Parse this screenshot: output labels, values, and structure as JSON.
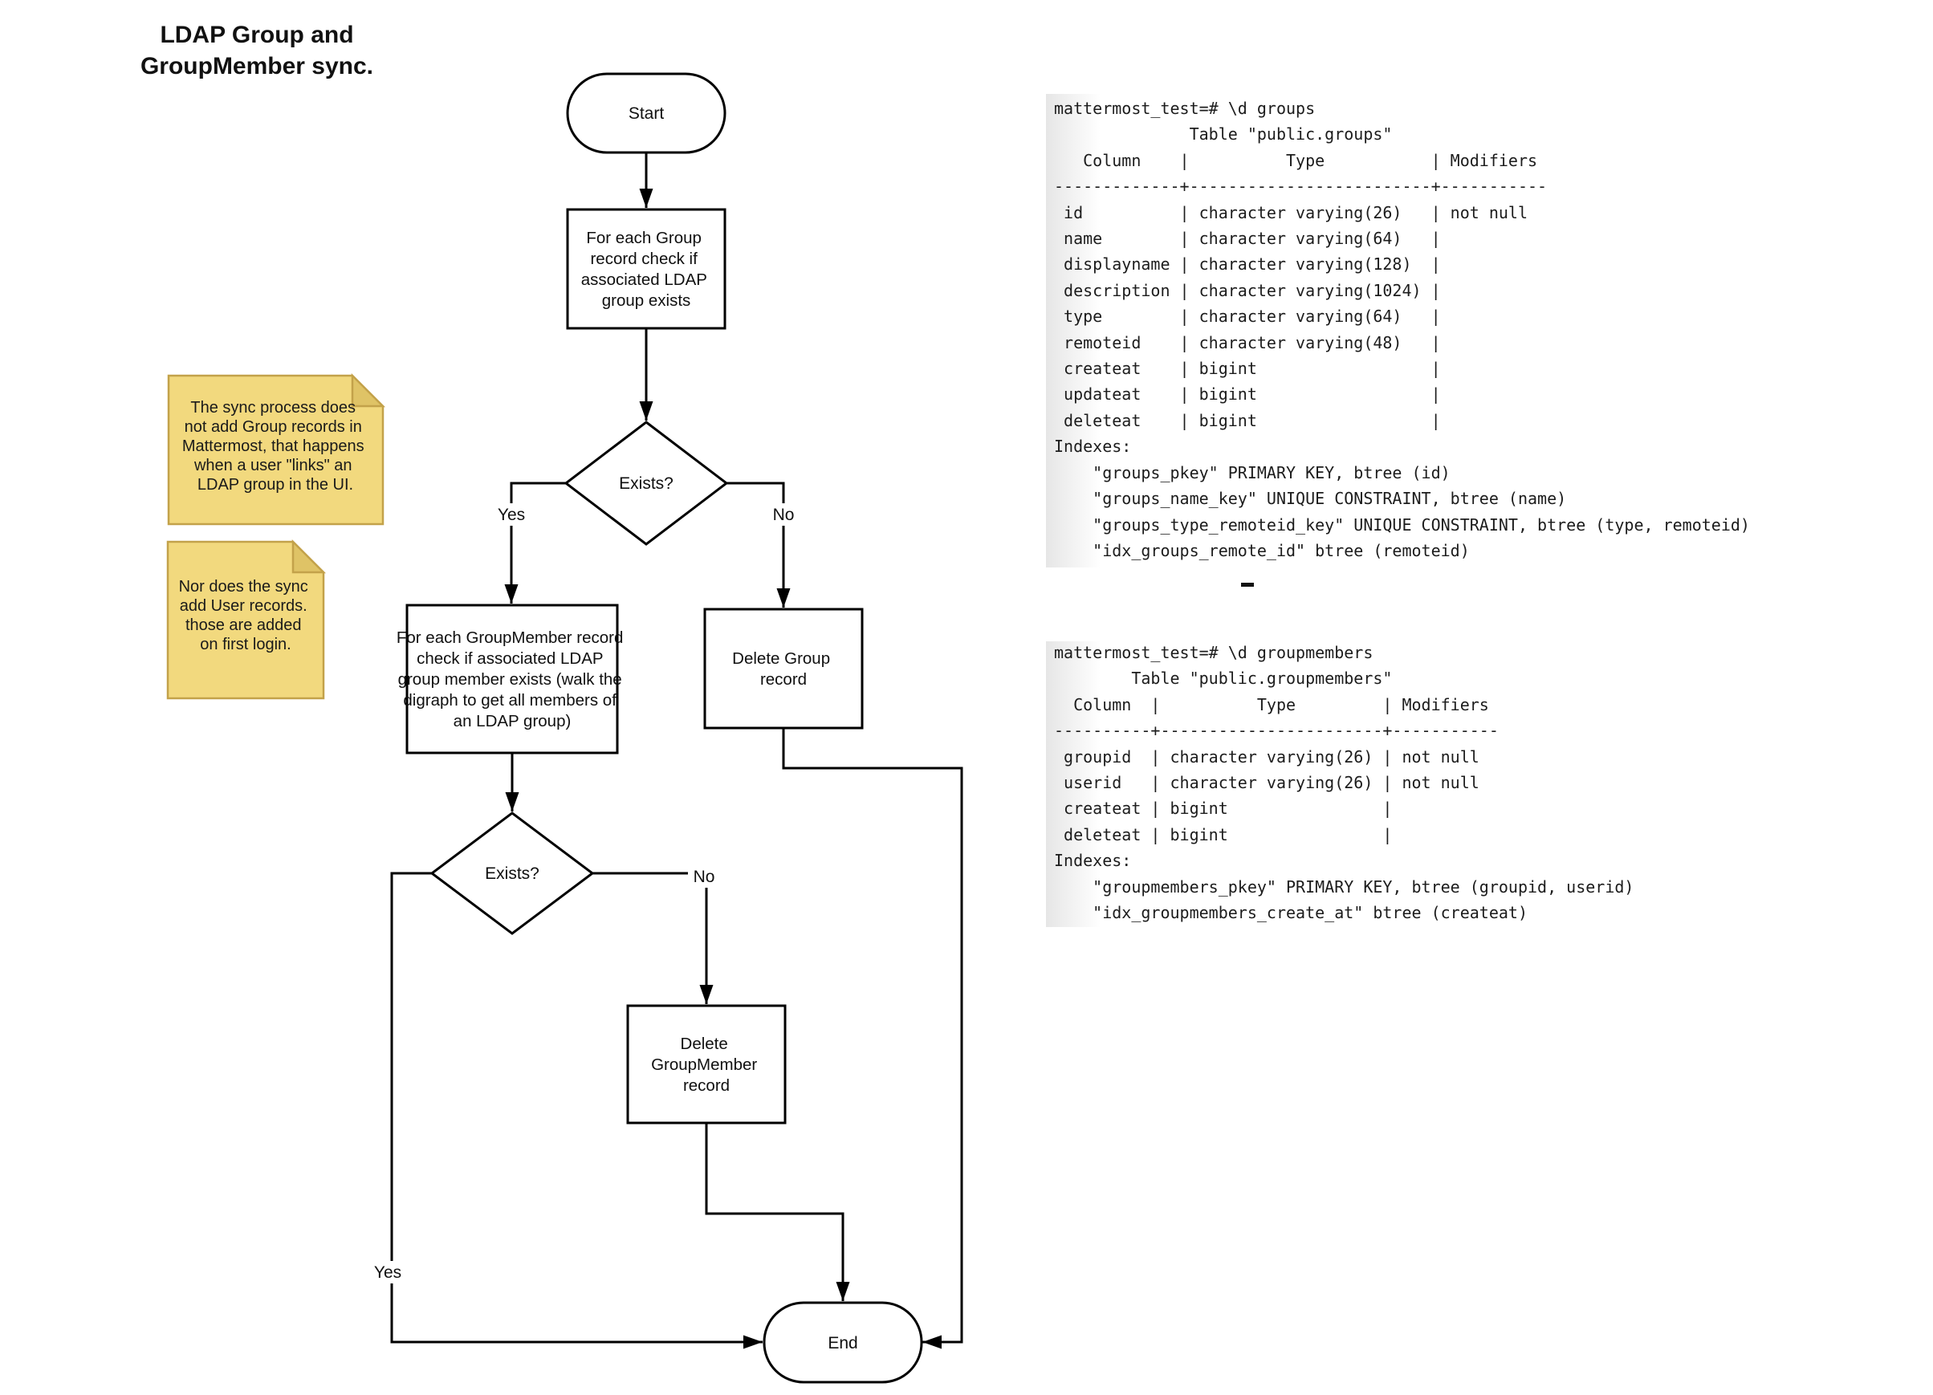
{
  "title": {
    "lines": [
      "LDAP Group and",
      "GroupMember sync."
    ]
  },
  "flowchart": {
    "start_label": "Start",
    "end_label": "End",
    "decision1_label": "Exists?",
    "decision2_label": "Exists?",
    "branch_labels": {
      "yes1": "Yes",
      "no1": "No",
      "yes2": "Yes",
      "no2": "No"
    },
    "group_check": {
      "lines": [
        "For each Group",
        "record check if",
        "associated LDAP",
        "group exists"
      ]
    },
    "member_check": {
      "lines": [
        "For each GroupMember record",
        "check if associated LDAP",
        "group member exists (walk the",
        "digraph to get all members of",
        "an LDAP group)"
      ]
    },
    "delete_group": {
      "lines": [
        "Delete Group",
        "record"
      ]
    },
    "delete_member": {
      "lines": [
        "Delete",
        "GroupMember",
        "record"
      ]
    }
  },
  "notes": {
    "group_note": {
      "lines": [
        "The sync process does",
        "not add Group records in",
        "Mattermost, that happens",
        "when a user \"links\" an",
        "LDAP group in the UI."
      ]
    },
    "user_note": {
      "lines": [
        "Nor does the sync",
        "add User records.",
        "those are added",
        "on first login."
      ]
    }
  },
  "terminals": {
    "groups": {
      "lines": [
        "mattermost_test=# \\d groups",
        "              Table \"public.groups\"",
        "   Column    |          Type           | Modifiers ",
        "-------------+-------------------------+-----------",
        " id          | character varying(26)   | not null",
        " name        | character varying(64)   | ",
        " displayname | character varying(128)  | ",
        " description | character varying(1024) | ",
        " type        | character varying(64)   | ",
        " remoteid    | character varying(48)   | ",
        " createat    | bigint                  | ",
        " updateat    | bigint                  | ",
        " deleteat    | bigint                  | ",
        "Indexes:",
        "    \"groups_pkey\" PRIMARY KEY, btree (id)",
        "    \"groups_name_key\" UNIQUE CONSTRAINT, btree (name)",
        "    \"groups_type_remoteid_key\" UNIQUE CONSTRAINT, btree (type, remoteid)",
        "    \"idx_groups_remote_id\" btree (remoteid)"
      ]
    },
    "groupmembers": {
      "lines": [
        "mattermost_test=# \\d groupmembers",
        "        Table \"public.groupmembers\"",
        "  Column  |          Type         | Modifiers ",
        "----------+-----------------------+-----------",
        " groupid  | character varying(26) | not null",
        " userid   | character varying(26) | not null",
        " createat | bigint                | ",
        " deleteat | bigint                | ",
        "Indexes:",
        "    \"groupmembers_pkey\" PRIMARY KEY, btree (groupid, userid)",
        "    \"idx_groupmembers_create_at\" btree (createat)"
      ]
    }
  },
  "colors": {
    "note_fill": "#F2D97E",
    "note_fold": "#DFC366",
    "note_border": "#C3A24A",
    "line_color": "#000000",
    "terminal_text": "#1C1C1C"
  }
}
